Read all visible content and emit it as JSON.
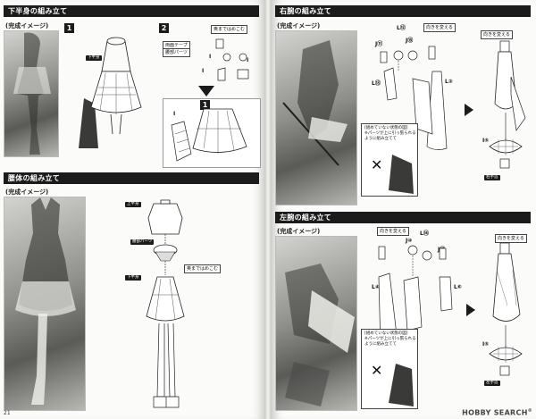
{
  "left_page": {
    "lower_body": {
      "title": "下半身の組み立て",
      "subtitle": "(完成イメージ)",
      "steps": [
        "1",
        "2"
      ],
      "callouts": [
        "奥まではめこむ",
        "両面テープ",
        "腰部パーツ"
      ],
      "part_labels": [
        "I",
        "I",
        "I",
        "I"
      ]
    },
    "torso": {
      "title": "腰体の組み立て",
      "subtitle": "(完成イメージ)",
      "tags": [
        "上半身",
        "腰部パーツ",
        "下半身"
      ],
      "callouts": [
        "奥まではめこむ"
      ]
    },
    "page_number": "21"
  },
  "right_page": {
    "right_arm": {
      "title": "右腕の組み立て",
      "subtitle": "(完成イメージ)",
      "callouts": [
        "向きを変える",
        "向きを変える"
      ],
      "part_labels": [
        "L",
        "J",
        "J",
        "L",
        "L",
        "L",
        "I"
      ],
      "part_numbers": [
        "⑬",
        "⑫",
        "⑪",
        "⑮",
        "②",
        "⑤"
      ],
      "warning_title": "[組めていない状態の図]",
      "warning_note": "※パーツが上に引っ張られるように組み立てて",
      "tag": "右手首"
    },
    "left_arm": {
      "title": "左腕の組み立て",
      "subtitle": "(完成イメージ)",
      "callouts": [
        "向きを変える",
        "向きを変える"
      ],
      "part_labels": [
        "J",
        "J",
        "L",
        "L",
        "L",
        "I"
      ],
      "part_numbers": [
        "⑩",
        "⑰",
        "⑭",
        "④",
        "⑥",
        "⑤"
      ],
      "warning_title": "[組めていない状態の図]",
      "warning_note": "※パーツが上に引っ張られるように組み立てて",
      "tag": "左手首"
    }
  },
  "watermark": {
    "brand": "HOBBY SEARCH",
    "reg": "®"
  }
}
